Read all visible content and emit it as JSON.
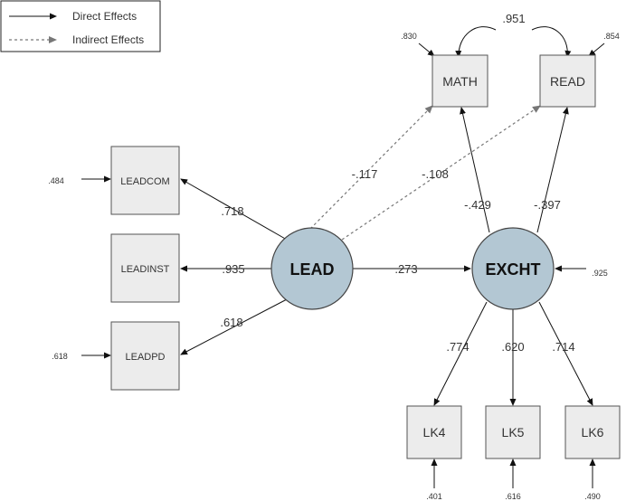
{
  "legend": {
    "direct": "Direct Effects",
    "indirect": "Indirect Effects"
  },
  "nodes": {
    "leadcom": "LEADCOM",
    "leadinst": "LEADINST",
    "leadpd": "LEADPD",
    "lead": "LEAD",
    "excht": "EXCHT",
    "math": "MATH",
    "read": "READ",
    "lk4": "LK4",
    "lk5": "LK5",
    "lk6": "LK6"
  },
  "errors": {
    "leadcom": ".484",
    "leadpd": ".618",
    "excht": ".925",
    "math": ".830",
    "read": ".854",
    "lk4": ".401",
    "lk5": ".616",
    "lk6": ".490"
  },
  "coefficients": {
    "lead_leadcom": ".718",
    "lead_leadinst": ".935",
    "lead_leadpd": ".618",
    "lead_excht": ".273",
    "lead_math_indirect": "-.117",
    "lead_read_indirect": "-.108",
    "excht_math": "-.429",
    "excht_read": "-.397",
    "excht_lk4": ".774",
    "excht_lk5": ".620",
    "excht_lk6": ".714",
    "math_read_cov": ".951"
  }
}
